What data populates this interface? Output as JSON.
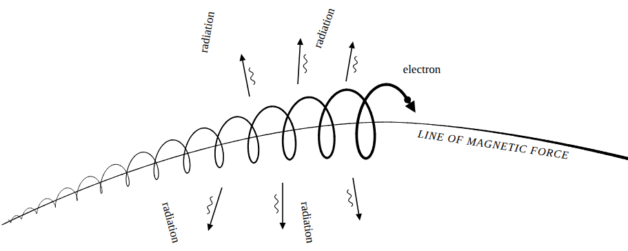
{
  "diagram": {
    "labels": [
      "radiation",
      "radiation",
      "electron",
      "LINE OF MAGNETIC FORCE",
      "radiation",
      "radiation"
    ]
  }
}
